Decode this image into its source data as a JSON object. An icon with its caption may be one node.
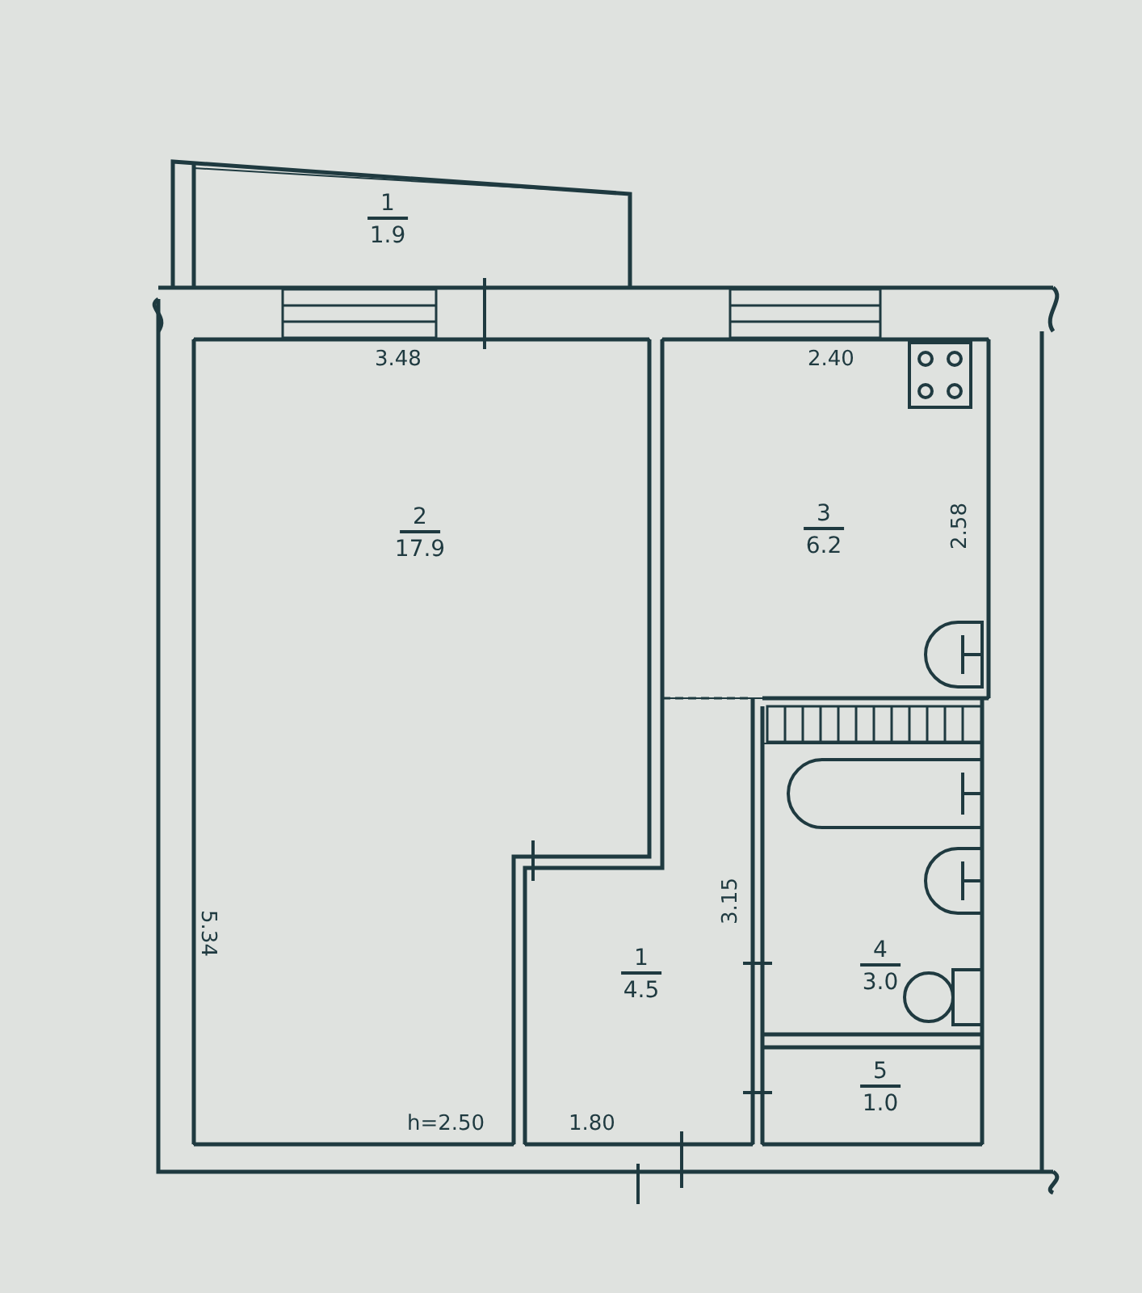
{
  "diagram": {
    "nodes": [
      {
        "text": [
          "1",
          "1.9"
        ]
      },
      {
        "text": [
          "2",
          "17.9"
        ]
      },
      {
        "text": [
          "3",
          "6.2"
        ]
      },
      {
        "text": [
          "1",
          "4.5"
        ]
      },
      {
        "text": [
          "4",
          "3.0"
        ]
      },
      {
        "text": [
          "5",
          "1.0"
        ]
      }
    ],
    "labels": [
      "3.48",
      "2.40",
      "2.58",
      "5.34",
      "3.15",
      "h=2.50",
      "1.80"
    ]
  }
}
